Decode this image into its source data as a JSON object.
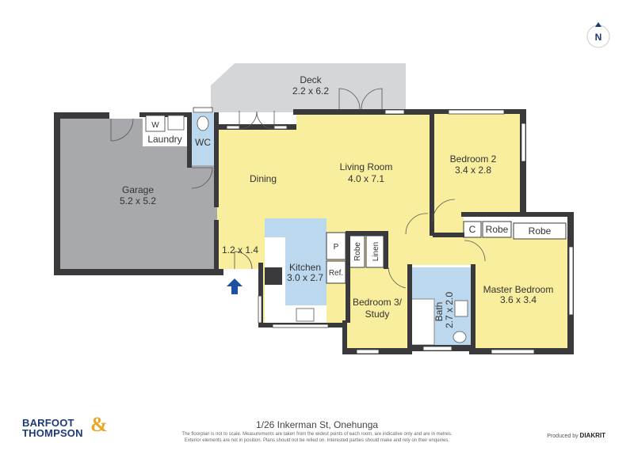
{
  "rooms": {
    "deck": {
      "name": "Deck",
      "dims": "2.2 x 6.2"
    },
    "garage": {
      "name": "Garage",
      "dims": "5.2 x 5.2"
    },
    "laundry": {
      "name": "Laundry",
      "w": "W"
    },
    "wc": {
      "name": "WC"
    },
    "dining": {
      "name": "Dining"
    },
    "living": {
      "name": "Living Room",
      "dims": "4.0 x 7.1"
    },
    "bedroom2": {
      "name": "Bedroom 2",
      "dims": "3.4 x 2.8"
    },
    "entry": {
      "dims": "1.2 x 1.4"
    },
    "kitchen": {
      "name": "Kitchen",
      "dims": "3.0 x 2.7",
      "p": "P",
      "ref": "Ref."
    },
    "robe_small": {
      "name": "Robe"
    },
    "linen": {
      "name": "Linen"
    },
    "bedroom3": {
      "name": "Bedroom 3/",
      "name2": "Study"
    },
    "bath": {
      "name": "Bath",
      "dims": "2.7 x 2.0"
    },
    "c": {
      "name": "C"
    },
    "robe1": {
      "name": "Robe"
    },
    "robe2": {
      "name": "Robe"
    },
    "master": {
      "name": "Master Bedroom",
      "dims": "3.6 x 3.4"
    }
  },
  "compass": {
    "label": "N"
  },
  "footer": {
    "address": "1/26 Inkerman St, Onehunga",
    "note_line1": "The floorplan is not to scale. Measurements are taken from the widest points of each room, are indicative only and are in metres.",
    "note_line2": "Exterior elements are not in position. Plans should not be relied on. Interested parties should make and rely on their enquiries."
  },
  "logo": {
    "line1": "BARFOOT",
    "line2": "THOMPSON",
    "amp": "&"
  },
  "producer": {
    "prefix": "Produced by",
    "name": "DIAKRIT"
  },
  "colors": {
    "wall": "#3a3a3c",
    "garage": "#a7a9ac",
    "deck": "#d5d6d8",
    "living": "#f8ee9e",
    "wet": "#bcd8ee",
    "entry_arrow": "#1f4fa3",
    "window": "#ffffff"
  }
}
